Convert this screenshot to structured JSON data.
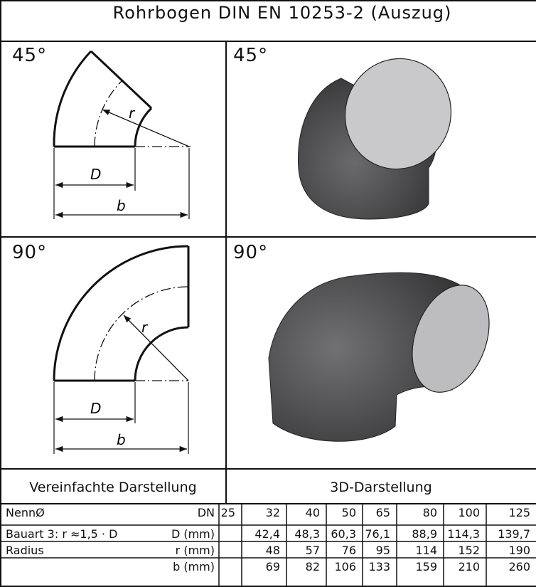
{
  "title": "Rohrbogen DIN EN 10253-2 (Auszug)",
  "angles": {
    "a45": "45°",
    "a90": "90°"
  },
  "dims": {
    "D": "D",
    "b": "b",
    "r": "r"
  },
  "footer": {
    "left": "Vereinfachte Darstellung",
    "right": "3D-Darstellung"
  },
  "table": {
    "rows": [
      {
        "label": "NennØ",
        "unit": "DN",
        "values": [
          "25",
          "32",
          "40",
          "50",
          "65",
          "80",
          "100",
          "125"
        ]
      },
      {
        "label": "Bauart 3: r ≈1,5 · D",
        "unit": "D (mm)",
        "values": [
          "",
          "42,4",
          "48,3",
          "60,3",
          "76,1",
          "88,9",
          "114,3",
          "139,7"
        ]
      },
      {
        "label": "Radius",
        "unit": "r (mm)",
        "values": [
          "",
          "48",
          "57",
          "76",
          "95",
          "114",
          "152",
          "190"
        ]
      },
      {
        "label": "",
        "unit": "b (mm)",
        "values": [
          "",
          "69",
          "82",
          "106",
          "133",
          "159",
          "210",
          "260"
        ]
      }
    ]
  }
}
